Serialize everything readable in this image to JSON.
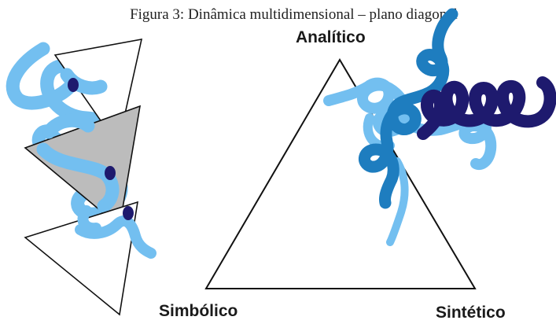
{
  "figure": {
    "caption": "Figura 3: Dinâmica multidimensional – plano diagonal"
  },
  "triangle": {
    "vertices": {
      "top": "Analítico",
      "bottom_left": "Simbólico",
      "bottom_right": "Sintético"
    }
  },
  "colors": {
    "light_blue": "#73bff0",
    "mid_blue": "#1e7dbf",
    "navy": "#1e1a6e",
    "gray_plane": "#bcbcbc",
    "stroke": "#111111"
  },
  "icons": [
    "stacked-planes-illustration",
    "spiral-ribbons-illustration"
  ]
}
